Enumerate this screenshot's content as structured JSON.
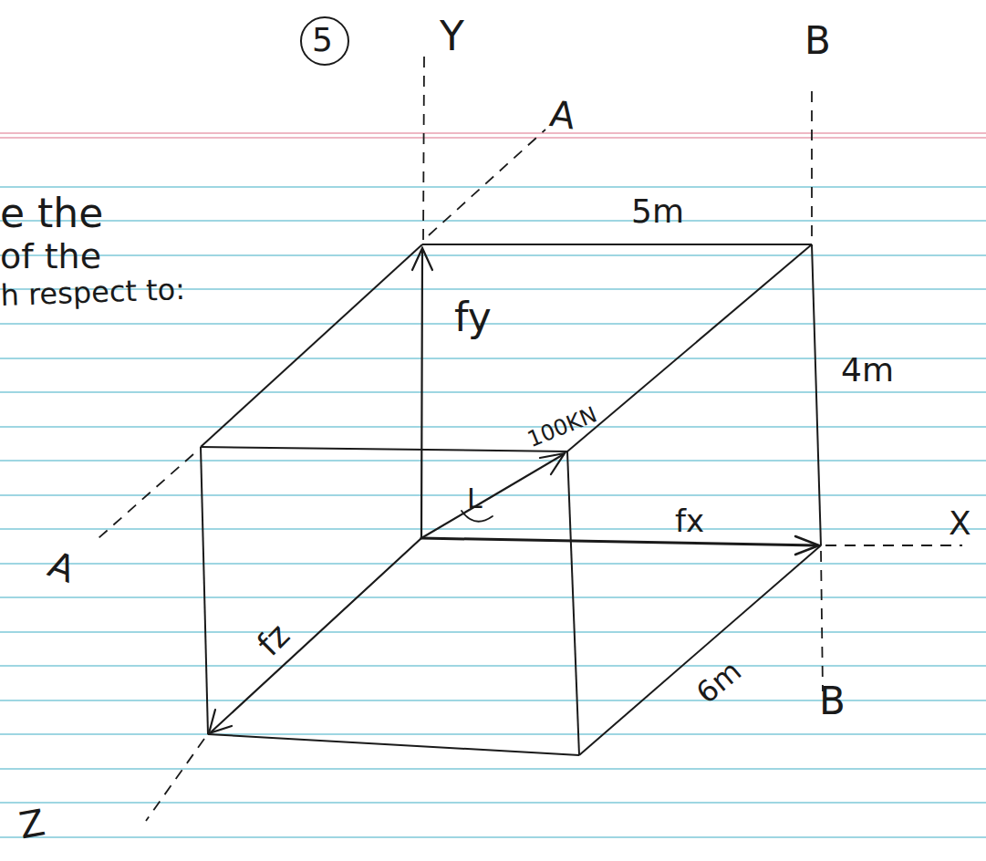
{
  "diagram": {
    "labels": [
      "5",
      "Y",
      "A",
      "B",
      "5m",
      "e the",
      "of the",
      "h respect to:",
      "fy",
      "4m",
      "100KN",
      "L",
      "fx",
      "X",
      "A",
      "fz",
      "6m",
      "B",
      "Z"
    ]
  }
}
